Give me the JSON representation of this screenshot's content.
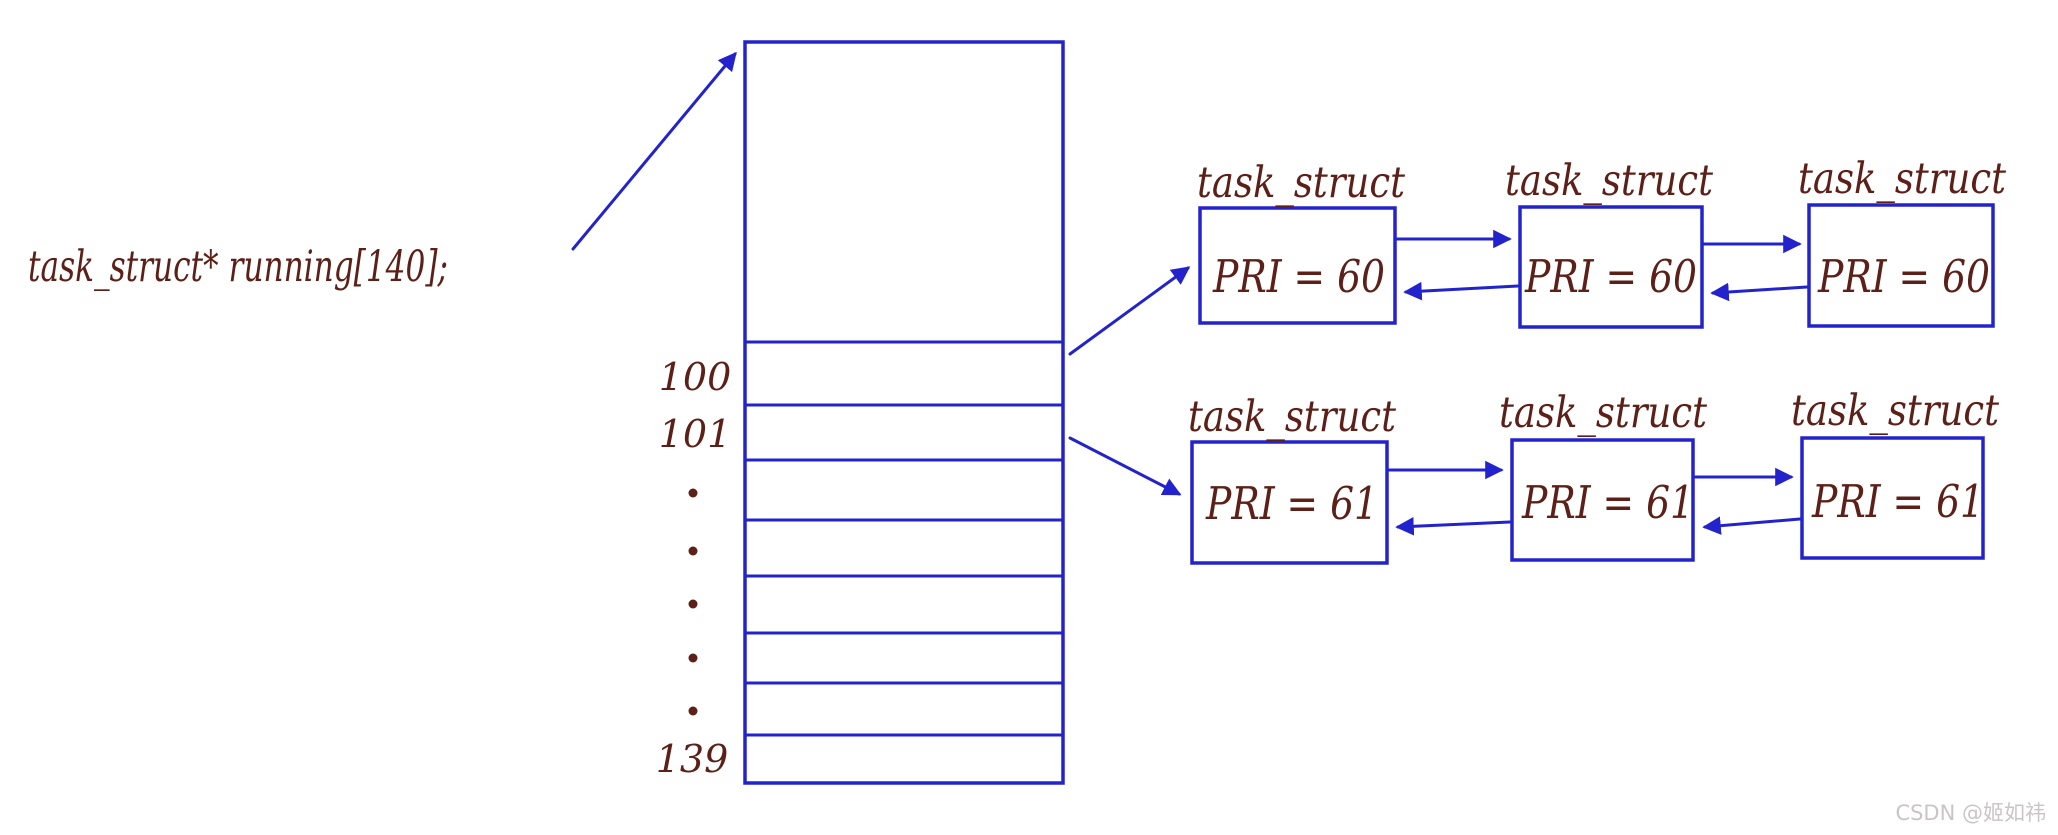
{
  "declaration": "task_struct* running[140];",
  "array": {
    "description": "priority array with 140 slots, big merged cell on top, labeled rows below",
    "row_labels": {
      "first": "100",
      "second": "101",
      "last": "139"
    }
  },
  "lists": [
    {
      "from_row": "100",
      "nodes": [
        {
          "type": "task_struct",
          "pri": "PRI = 60"
        },
        {
          "type": "task_struct",
          "pri": "PRI = 60"
        },
        {
          "type": "task_struct",
          "pri": "PRI = 60"
        }
      ]
    },
    {
      "from_row": "101",
      "nodes": [
        {
          "type": "task_struct",
          "pri": "PRI = 61"
        },
        {
          "type": "task_struct",
          "pri": "PRI = 61"
        },
        {
          "type": "task_struct",
          "pri": "PRI = 61"
        }
      ]
    }
  ],
  "watermark": "CSDN @姬如祎",
  "colors": {
    "line_blue": "#2323cd",
    "ink_maroon": "#5c2018",
    "watermark_gray": "#c9c5c5"
  }
}
